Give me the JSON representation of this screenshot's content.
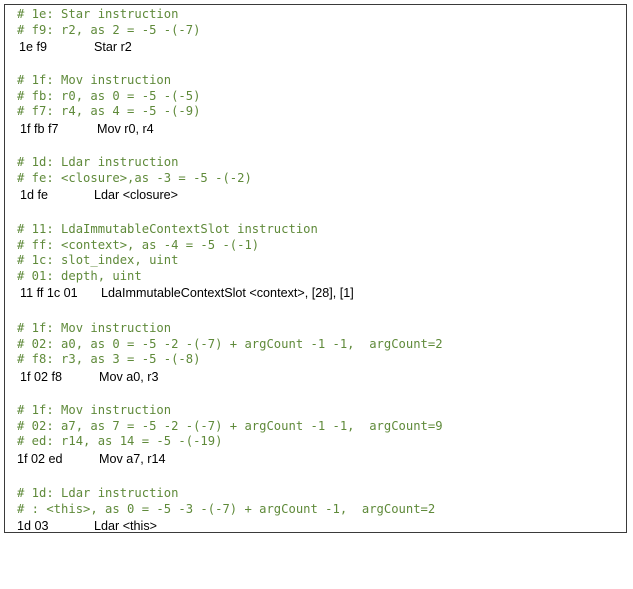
{
  "blocks": [
    {
      "comments": [
        "# 1e: Star instruction",
        "# f9: r2, as 2 = -5 -(-7)"
      ],
      "code": {
        "bytes": "1e f9",
        "mnemonic": "Star r2"
      }
    },
    {
      "comments": [
        "# 1f: Mov instruction",
        "# fb: r0, as 0 = -5 -(-5)",
        "# f7: r4, as 4 = -5 -(-9)"
      ],
      "code": {
        "bytes": "1f fb f7",
        "mnemonic": "Mov r0, r4"
      }
    },
    {
      "comments": [
        "# 1d: Ldar instruction",
        "# fe: <closure>,as -3 = -5 -(-2)"
      ],
      "code": {
        "bytes": "1d fe",
        "mnemonic": "Ldar <closure>"
      }
    },
    {
      "comments": [
        "# 11: LdaImmutableContextSlot instruction",
        "# ff: <context>, as -4 = -5 -(-1)",
        "# 1c: slot_index, uint",
        "# 01: depth, uint"
      ],
      "code": {
        "bytes": "11 ff 1c 01",
        "mnemonic": "LdaImmutableContextSlot <context>, [28], [1]"
      }
    },
    {
      "comments": [
        "# 1f: Mov instruction",
        "# 02: a0, as 0 = -5 -2 -(-7) + argCount -1 -1,  argCount=2",
        "# f8: r3, as 3 = -5 -(-8)"
      ],
      "code": {
        "bytes": "1f 02 f8",
        "mnemonic": "Mov a0, r3"
      }
    },
    {
      "comments": [
        "# 1f: Mov instruction",
        "# 02: a7, as 7 = -5 -2 -(-7) + argCount -1 -1,  argCount=9",
        "# ed: r14, as 14 = -5 -(-19)"
      ],
      "code": {
        "bytes": "1f 02 ed",
        "mnemonic": "Mov a7, r14"
      }
    },
    {
      "comments": [
        "# 1d: Ldar instruction",
        "# : <this>, as 0 = -5 -3 -(-7) + argCount -1,  argCount=2"
      ],
      "code": {
        "bytes": "1d 03",
        "mnemonic": "Ldar <this>"
      }
    }
  ]
}
